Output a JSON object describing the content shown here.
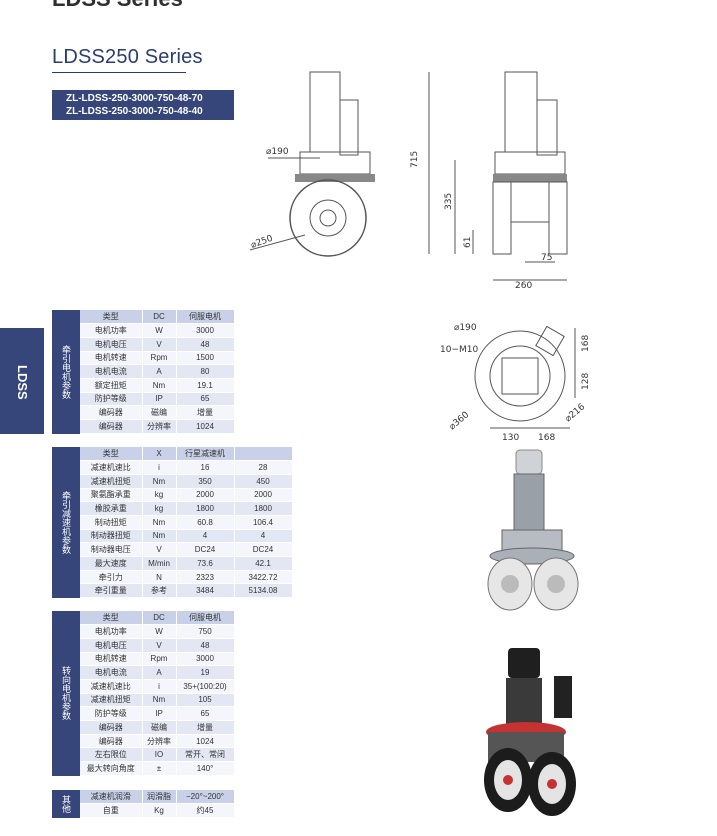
{
  "top_title": "LDSS Series",
  "series_title": "LDSS250 Series",
  "models": [
    "ZL-LDSS-250-3000-750-48-70",
    "ZL-LDSS-250-3000-750-48-40"
  ],
  "side_tab": "LDSS",
  "traction_motor": {
    "label": "牵引电机参数",
    "rows": [
      [
        "类型",
        "DC",
        "伺服电机"
      ],
      [
        "电机功率",
        "W",
        "3000"
      ],
      [
        "电机电压",
        "V",
        "48"
      ],
      [
        "电机转速",
        "Rpm",
        "1500"
      ],
      [
        "电机电流",
        "A",
        "80"
      ],
      [
        "额定扭矩",
        "Nm",
        "19.1"
      ],
      [
        "防护等级",
        "IP",
        "65"
      ],
      [
        "编码器",
        "磁编",
        "增量"
      ],
      [
        "编码器",
        "分辨率",
        "1024"
      ]
    ]
  },
  "traction_reducer": {
    "label": "牵引减速机参数",
    "rows": [
      [
        "类型",
        "X",
        "行星减速机",
        ""
      ],
      [
        "减速机速比",
        "i",
        "16",
        "28"
      ],
      [
        "减速机扭矩",
        "Nm",
        "350",
        "450"
      ],
      [
        "聚氨酯承重",
        "kg",
        "2000",
        "2000"
      ],
      [
        "橡胶承重",
        "kg",
        "1800",
        "1800"
      ],
      [
        "制动扭矩",
        "Nm",
        "60.8",
        "106.4"
      ],
      [
        "制动器扭矩",
        "Nm",
        "4",
        "4"
      ],
      [
        "制动器电压",
        "V",
        "DC24",
        "DC24"
      ],
      [
        "最大速度",
        "M/min",
        "73.6",
        "42.1"
      ],
      [
        "牵引力",
        "N",
        "2323",
        "3422.72"
      ],
      [
        "牵引重量",
        "参考",
        "3484",
        "5134.08"
      ]
    ]
  },
  "steering_motor": {
    "label": "转向电机参数",
    "rows": [
      [
        "类型",
        "DC",
        "伺服电机"
      ],
      [
        "电机功率",
        "W",
        "750"
      ],
      [
        "电机电压",
        "V",
        "48"
      ],
      [
        "电机转速",
        "Rpm",
        "3000"
      ],
      [
        "电机电流",
        "A",
        "19"
      ],
      [
        "减速机速比",
        "i",
        "35+(100:20)"
      ],
      [
        "减速机扭矩",
        "Nm",
        "105"
      ],
      [
        "防护等级",
        "IP",
        "65"
      ],
      [
        "编码器",
        "磁编",
        "增量"
      ],
      [
        "编码器",
        "分辨率",
        "1024"
      ],
      [
        "左右限位",
        "IO",
        "常开、常闭"
      ],
      [
        "最大转向角度",
        "±",
        "140°"
      ]
    ]
  },
  "other": {
    "label": "其他",
    "rows": [
      [
        "减速机润滑",
        "润滑脂",
        "−20°~200°"
      ],
      [
        "自重",
        "Kg",
        "约45"
      ]
    ]
  },
  "dims_front": {
    "top_dia": "⌀190",
    "wheel_dia": "⌀250"
  },
  "dims_side": {
    "height": "715",
    "mid": "335",
    "low": "61",
    "offset": "75",
    "width": "260"
  },
  "dims_plan": {
    "d190": "⌀190",
    "bolts": "10−M10",
    "d360": "⌀360",
    "d216": "⌀216",
    "h168": "168",
    "h128": "128",
    "w130": "130",
    "w168": "168"
  }
}
